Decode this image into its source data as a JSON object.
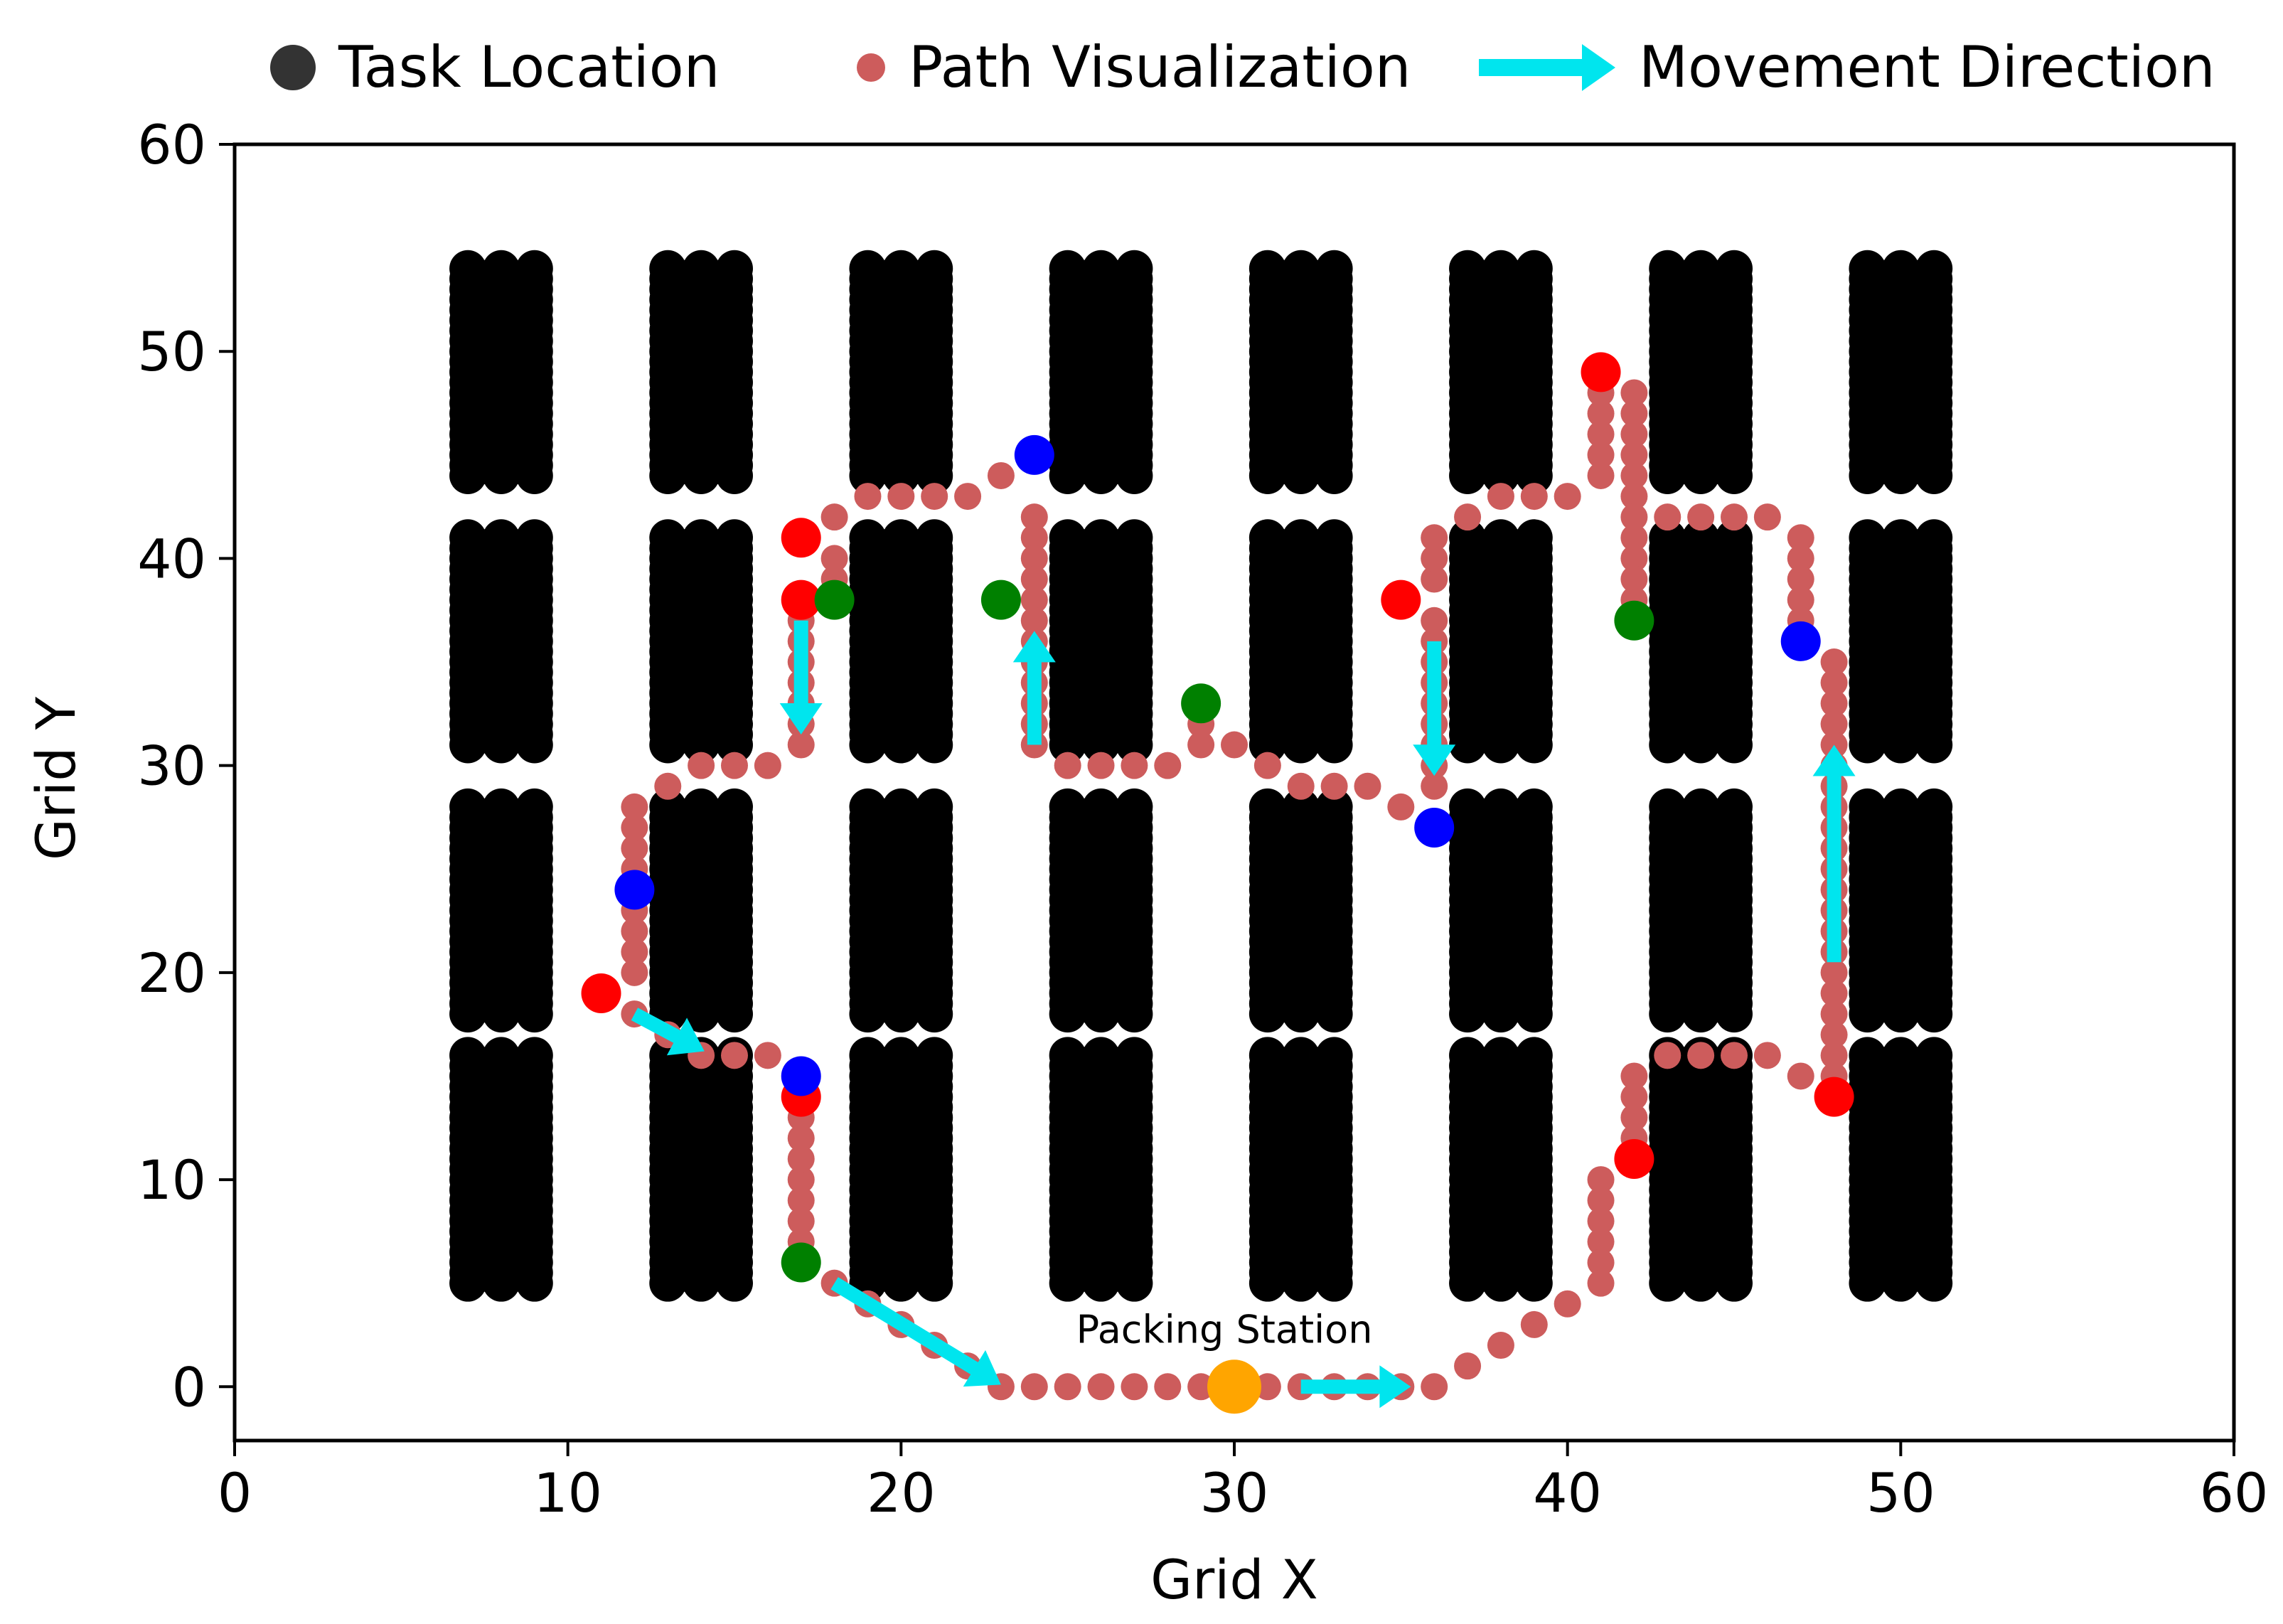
{
  "colors": {
    "background": "#ffffff",
    "shelf": "#000000",
    "path": "#cd5c5c",
    "arrow": "#00e5ee",
    "station": "#ffa500",
    "task_red": "#ff0000",
    "task_blue": "#0000ff",
    "task_green": "#008000",
    "legend_task_marker": "#333333"
  },
  "chart_data": {
    "type": "scatter",
    "title": "",
    "xlabel": "Grid X",
    "ylabel": "Grid Y",
    "xlim": [
      0,
      60
    ],
    "ylim": [
      -2.6,
      60
    ],
    "xticks": [
      0,
      10,
      20,
      30,
      40,
      50,
      60
    ],
    "yticks": [
      0,
      10,
      20,
      30,
      40,
      50,
      60
    ],
    "grid": false,
    "legend": {
      "placement": "top",
      "entries": [
        {
          "label": "Task Location",
          "marker": "circle"
        },
        {
          "label": "Path Visualization",
          "marker": "small-circle"
        },
        {
          "label": "Movement Direction",
          "marker": "arrow"
        }
      ]
    },
    "shelves": {
      "x_columns": [
        [
          7,
          9
        ],
        [
          13,
          15
        ],
        [
          19,
          21
        ],
        [
          25,
          27
        ],
        [
          31,
          33
        ],
        [
          37,
          39
        ],
        [
          43,
          45
        ],
        [
          49,
          51
        ]
      ],
      "y_blocks": [
        [
          5,
          16
        ],
        [
          18,
          28
        ],
        [
          31,
          41
        ],
        [
          44,
          54
        ]
      ]
    },
    "packing_station": {
      "x": 30,
      "y": 0,
      "label": "Packing Station"
    },
    "path_points": [
      [
        17,
        6
      ],
      [
        17,
        7
      ],
      [
        17,
        8
      ],
      [
        17,
        9
      ],
      [
        17,
        10
      ],
      [
        17,
        11
      ],
      [
        17,
        12
      ],
      [
        17,
        13
      ],
      [
        17,
        14
      ],
      [
        16,
        16
      ],
      [
        15,
        16
      ],
      [
        14,
        16
      ],
      [
        13,
        17
      ],
      [
        12,
        18
      ],
      [
        12,
        20
      ],
      [
        12,
        21
      ],
      [
        12,
        22
      ],
      [
        12,
        23
      ],
      [
        12,
        24
      ],
      [
        12,
        25
      ],
      [
        12,
        26
      ],
      [
        12,
        27
      ],
      [
        12,
        28
      ],
      [
        13,
        29
      ],
      [
        14,
        30
      ],
      [
        15,
        30
      ],
      [
        16,
        30
      ],
      [
        17,
        31
      ],
      [
        17,
        32
      ],
      [
        17,
        33
      ],
      [
        17,
        34
      ],
      [
        17,
        35
      ],
      [
        17,
        36
      ],
      [
        17,
        37
      ],
      [
        18,
        39
      ],
      [
        18,
        40
      ],
      [
        18,
        42
      ],
      [
        19,
        43
      ],
      [
        20,
        43
      ],
      [
        21,
        43
      ],
      [
        22,
        43
      ],
      [
        23,
        44
      ],
      [
        24,
        42
      ],
      [
        24,
        41
      ],
      [
        24,
        40
      ],
      [
        24,
        39
      ],
      [
        24,
        38
      ],
      [
        24,
        37
      ],
      [
        24,
        36
      ],
      [
        24,
        35
      ],
      [
        24,
        34
      ],
      [
        24,
        33
      ],
      [
        24,
        32
      ],
      [
        24,
        31
      ],
      [
        25,
        30
      ],
      [
        26,
        30
      ],
      [
        27,
        30
      ],
      [
        28,
        30
      ],
      [
        29,
        31
      ],
      [
        29,
        32
      ],
      [
        30,
        31
      ],
      [
        31,
        30
      ],
      [
        32,
        29
      ],
      [
        33,
        29
      ],
      [
        34,
        29
      ],
      [
        35,
        28
      ],
      [
        36,
        29
      ],
      [
        36,
        30
      ],
      [
        36,
        31
      ],
      [
        36,
        32
      ],
      [
        36,
        33
      ],
      [
        36,
        34
      ],
      [
        36,
        35
      ],
      [
        36,
        36
      ],
      [
        36,
        37
      ],
      [
        36,
        39
      ],
      [
        36,
        40
      ],
      [
        36,
        41
      ],
      [
        37,
        42
      ],
      [
        38,
        43
      ],
      [
        39,
        43
      ],
      [
        40,
        43
      ],
      [
        41,
        44
      ],
      [
        41,
        45
      ],
      [
        41,
        46
      ],
      [
        41,
        47
      ],
      [
        41,
        48
      ],
      [
        42,
        48
      ],
      [
        42,
        47
      ],
      [
        42,
        46
      ],
      [
        42,
        45
      ],
      [
        42,
        44
      ],
      [
        42,
        43
      ],
      [
        42,
        42
      ],
      [
        42,
        41
      ],
      [
        42,
        40
      ],
      [
        42,
        39
      ],
      [
        42,
        38
      ],
      [
        43,
        42
      ],
      [
        44,
        42
      ],
      [
        45,
        42
      ],
      [
        46,
        42
      ],
      [
        47,
        41
      ],
      [
        47,
        40
      ],
      [
        47,
        39
      ],
      [
        47,
        38
      ],
      [
        47,
        37
      ],
      [
        48,
        35
      ],
      [
        48,
        34
      ],
      [
        48,
        33
      ],
      [
        48,
        32
      ],
      [
        48,
        31
      ],
      [
        48,
        30
      ],
      [
        48,
        29
      ],
      [
        48,
        28
      ],
      [
        48,
        27
      ],
      [
        48,
        26
      ],
      [
        48,
        25
      ],
      [
        48,
        24
      ],
      [
        48,
        23
      ],
      [
        48,
        22
      ],
      [
        48,
        21
      ],
      [
        48,
        20
      ],
      [
        48,
        19
      ],
      [
        48,
        18
      ],
      [
        48,
        17
      ],
      [
        48,
        16
      ],
      [
        48,
        15
      ],
      [
        47,
        15
      ],
      [
        46,
        16
      ],
      [
        45,
        16
      ],
      [
        44,
        16
      ],
      [
        43,
        16
      ],
      [
        42,
        15
      ],
      [
        42,
        14
      ],
      [
        42,
        13
      ],
      [
        42,
        12
      ],
      [
        41,
        10
      ],
      [
        41,
        9
      ],
      [
        41,
        8
      ],
      [
        41,
        7
      ],
      [
        41,
        6
      ],
      [
        41,
        5
      ],
      [
        40,
        4
      ],
      [
        39,
        3
      ],
      [
        38,
        2
      ],
      [
        37,
        1
      ],
      [
        36,
        0
      ],
      [
        35,
        0
      ],
      [
        34,
        0
      ],
      [
        33,
        0
      ],
      [
        32,
        0
      ],
      [
        31,
        0
      ],
      [
        29,
        0
      ],
      [
        28,
        0
      ],
      [
        27,
        0
      ],
      [
        26,
        0
      ],
      [
        25,
        0
      ],
      [
        24,
        0
      ],
      [
        23,
        0
      ],
      [
        22,
        1
      ],
      [
        21,
        2
      ],
      [
        20,
        3
      ],
      [
        19,
        4
      ],
      [
        18,
        5
      ]
    ],
    "tasks": [
      {
        "x": 11,
        "y": 19,
        "color": "red"
      },
      {
        "x": 17,
        "y": 14,
        "color": "red"
      },
      {
        "x": 17,
        "y": 38,
        "color": "red"
      },
      {
        "x": 17,
        "y": 41,
        "color": "red"
      },
      {
        "x": 35,
        "y": 38,
        "color": "red"
      },
      {
        "x": 41,
        "y": 49,
        "color": "red"
      },
      {
        "x": 42,
        "y": 11,
        "color": "red"
      },
      {
        "x": 48,
        "y": 14,
        "color": "red"
      },
      {
        "x": 12,
        "y": 24,
        "color": "blue"
      },
      {
        "x": 17,
        "y": 15,
        "color": "blue"
      },
      {
        "x": 24,
        "y": 45,
        "color": "blue"
      },
      {
        "x": 36,
        "y": 27,
        "color": "blue"
      },
      {
        "x": 47,
        "y": 36,
        "color": "blue"
      },
      {
        "x": 17,
        "y": 6,
        "color": "green"
      },
      {
        "x": 18,
        "y": 38,
        "color": "green"
      },
      {
        "x": 23,
        "y": 38,
        "color": "green"
      },
      {
        "x": 29,
        "y": 33,
        "color": "green"
      },
      {
        "x": 42,
        "y": 37,
        "color": "green"
      }
    ],
    "arrows": [
      {
        "from": [
          12,
          18
        ],
        "to": [
          14.1,
          16.2
        ]
      },
      {
        "from": [
          17,
          37
        ],
        "to": [
          17,
          31.5
        ]
      },
      {
        "from": [
          24,
          31
        ],
        "to": [
          24,
          36.5
        ]
      },
      {
        "from": [
          36,
          36
        ],
        "to": [
          36,
          29.5
        ]
      },
      {
        "from": [
          48,
          20.5
        ],
        "to": [
          48,
          31
        ]
      },
      {
        "from": [
          18,
          5
        ],
        "to": [
          23,
          0.1
        ]
      },
      {
        "from": [
          32,
          0
        ],
        "to": [
          35.3,
          0
        ]
      }
    ]
  }
}
